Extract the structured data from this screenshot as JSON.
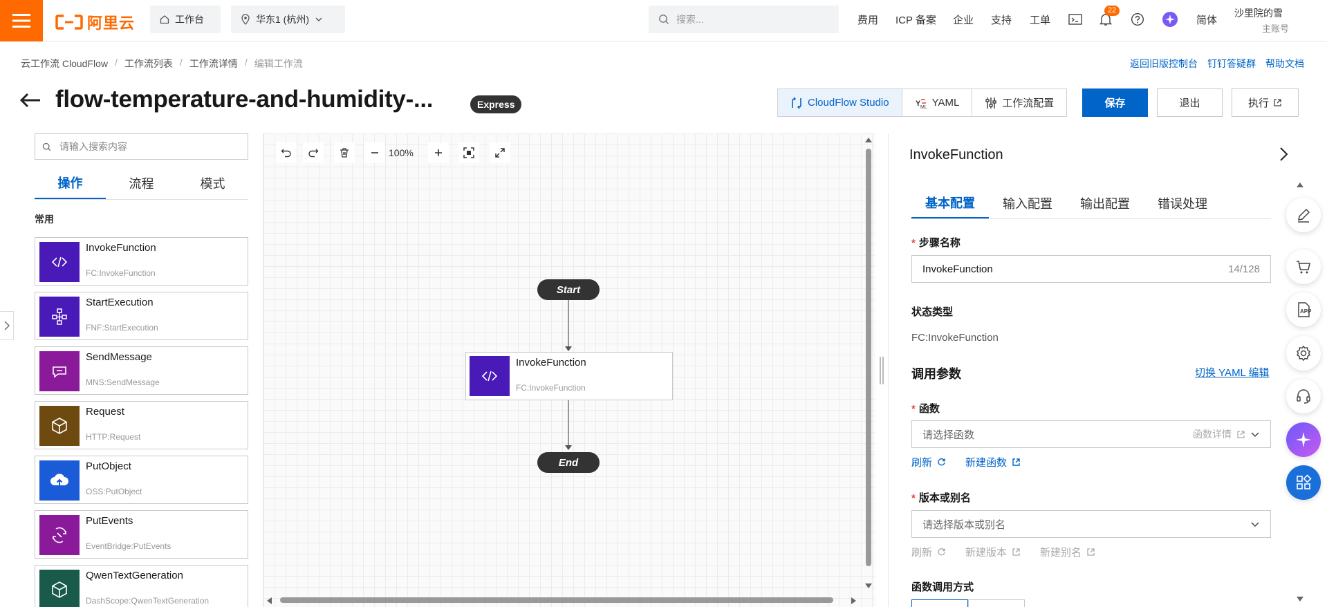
{
  "header": {
    "logo_text": "阿里云",
    "workbench": "工作台",
    "region": "华东1 (杭州)",
    "search_placeholder": "搜索...",
    "links": [
      "费用",
      "ICP 备案",
      "企业",
      "支持",
      "工单"
    ],
    "notification_count": "22",
    "lang": "简体",
    "user_name": "沙里院的雪",
    "user_role": "主账号"
  },
  "breadcrumb": {
    "items": [
      "云工作流 CloudFlow",
      "工作流列表",
      "工作流详情",
      "编辑工作流"
    ],
    "separator": "/"
  },
  "top_links": [
    "返回旧版控制台",
    "钉钉答疑群",
    "帮助文档"
  ],
  "title": {
    "text": "flow-temperature-and-humidity-...",
    "tag": "Express"
  },
  "toolbar": {
    "studio": "CloudFlow Studio",
    "yaml": "YAML",
    "config": "工作流配置",
    "save": "保存",
    "exit": "退出",
    "run": "执行"
  },
  "palette": {
    "search_placeholder": "请输入搜索内容",
    "tabs": [
      "操作",
      "流程",
      "模式"
    ],
    "active_tab": 0,
    "section": "常用",
    "items": [
      {
        "name": "InvokeFunction",
        "sub": "FC:InvokeFunction",
        "color": "#4a1ab8",
        "icon": "function-icon"
      },
      {
        "name": "StartExecution",
        "sub": "FNF:StartExecution",
        "color": "#4a1ab8",
        "icon": "flow-icon"
      },
      {
        "name": "SendMessage",
        "sub": "MNS:SendMessage",
        "color": "#8b1a9b",
        "icon": "message-icon"
      },
      {
        "name": "Request",
        "sub": "HTTP:Request",
        "color": "#6e4a10",
        "icon": "cube-icon"
      },
      {
        "name": "PutObject",
        "sub": "OSS:PutObject",
        "color": "#1a5bd8",
        "icon": "cloud-upload-icon"
      },
      {
        "name": "PutEvents",
        "sub": "EventBridge:PutEvents",
        "color": "#8b1a9b",
        "icon": "events-icon"
      },
      {
        "name": "QwenTextGeneration",
        "sub": "DashScope:QwenTextGeneration",
        "color": "#1a5a4a",
        "icon": "cube-icon"
      }
    ]
  },
  "canvas": {
    "zoom": "100%",
    "start_label": "Start",
    "end_label": "End",
    "node": {
      "name": "InvokeFunction",
      "sub": "FC:InvokeFunction",
      "color": "#4a1ab8"
    }
  },
  "config": {
    "title": "InvokeFunction",
    "tabs": [
      "基本配置",
      "输入配置",
      "输出配置",
      "错误处理"
    ],
    "active_tab": 0,
    "step_name_label": "步骤名称",
    "step_name_value": "InvokeFunction",
    "step_name_counter": "14/128",
    "state_type_label": "状态类型",
    "state_type_value": "FC:InvokeFunction",
    "invoke_params": "调用参数",
    "switch_yaml": "切换 YAML 编辑",
    "function_label": "函数",
    "function_placeholder": "请选择函数",
    "function_detail": "函数详情",
    "refresh": "刷新",
    "new_function": "新建函数",
    "version_label": "版本或别名",
    "version_placeholder": "请选择版本或别名",
    "new_version": "新建版本",
    "new_alias": "新建别名",
    "invoke_mode_label": "函数调用方式"
  }
}
